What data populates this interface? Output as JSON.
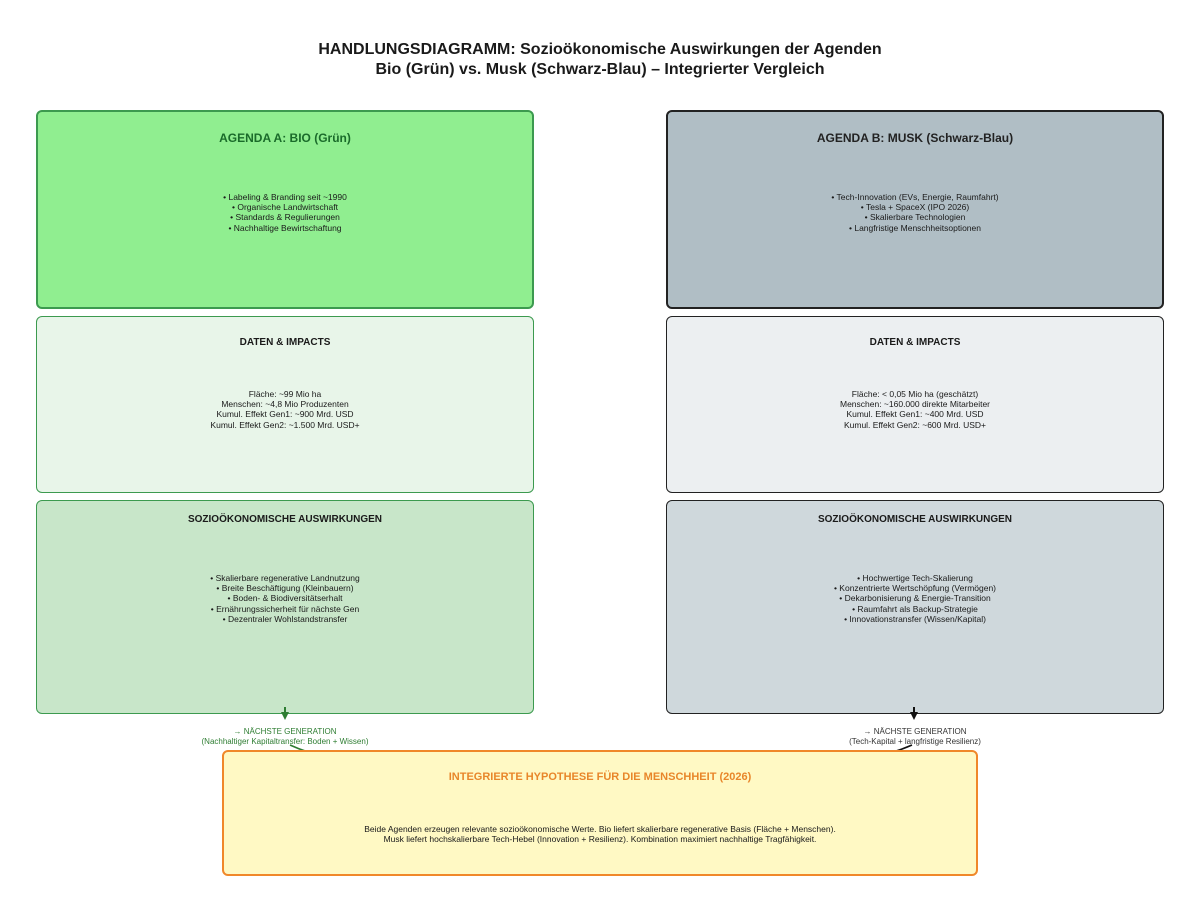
{
  "title": {
    "line1": "HANDLUNGSDIAGRAMM: Sozioökonomische Auswirkungen der Agenden",
    "line2": "Bio (Grün) vs. Musk (Schwarz-Blau) – Integrierter Vergleich"
  },
  "agenda_a": {
    "heading": "AGENDA A: BIO (Grün)",
    "items": [
      "• Labeling & Branding seit ~1990",
      "• Organische Landwirtschaft",
      "• Standards & Regulierungen",
      "• Nachhaltige Bewirtschaftung"
    ],
    "data_heading": "DATEN & IMPACTS",
    "data_items": [
      "Fläche: ~99 Mio ha",
      "Menschen: ~4,8 Mio Produzenten",
      "Kumul. Effekt Gen1: ~900 Mrd. USD",
      "Kumul. Effekt Gen2: ~1.500 Mrd. USD+"
    ],
    "impact_heading": "SOZIOÖKONOMISCHE AUSWIRKUNGEN",
    "impact_items": [
      "• Skalierbare regenerative Landnutzung",
      "• Breite Beschäftigung (Kleinbauern)",
      "• Boden- & Biodiversitätserhalt",
      "• Ernährungssicherheit für nächste Gen",
      "• Dezentraler Wohlstandstransfer"
    ],
    "next_gen_label": "→ NÄCHSTE GENERATION",
    "next_gen_detail": "(Nachhaltiger Kapitaltransfer: Boden + Wissen)"
  },
  "agenda_b": {
    "heading": "AGENDA B: MUSK (Schwarz-Blau)",
    "items": [
      "• Tech-Innovation (EVs, Energie, Raumfahrt)",
      "• Tesla + SpaceX (IPO 2026)",
      "• Skalierbare Technologien",
      "• Langfristige Menschheitsoptionen"
    ],
    "data_heading": "DATEN & IMPACTS",
    "data_items": [
      "Fläche: < 0,05 Mio ha (geschätzt)",
      "Menschen: ~160.000 direkte Mitarbeiter",
      "Kumul. Effekt Gen1: ~400 Mrd. USD",
      "Kumul. Effekt Gen2: ~600 Mrd. USD+"
    ],
    "impact_heading": "SOZIOÖKONOMISCHE AUSWIRKUNGEN",
    "impact_items": [
      "• Hochwertige Tech-Skalierung",
      "• Konzentrierte Wertschöpfung (Vermögen)",
      "• Dekarbonisierung & Energie-Transition",
      "• Raumfahrt als Backup-Strategie",
      "• Innovationstransfer (Wissen/Kapital)"
    ],
    "next_gen_label": "→ NÄCHSTE GENERATION",
    "next_gen_detail": "(Tech-Kapital + langfristige Resilienz)"
  },
  "hypothesis": {
    "heading": "INTEGRIERTE HYPOTHESE FÜR DIE MENSCHHEIT (2026)",
    "line1": "Beide Agenden erzeugen relevante sozioökonomische Werte. Bio liefert skalierbare regenerative Basis (Fläche + Menschen).",
    "line2": "Musk liefert hochskalierbare Tech-Hebel (Innovation + Resilienz). Kombination maximiert nachhaltige Tragfähigkeit."
  },
  "colors": {
    "green_border": "#3c9a4f",
    "green_arrow": "#2e7d32",
    "dark_border": "#222222",
    "orange_border": "#f0882a"
  }
}
